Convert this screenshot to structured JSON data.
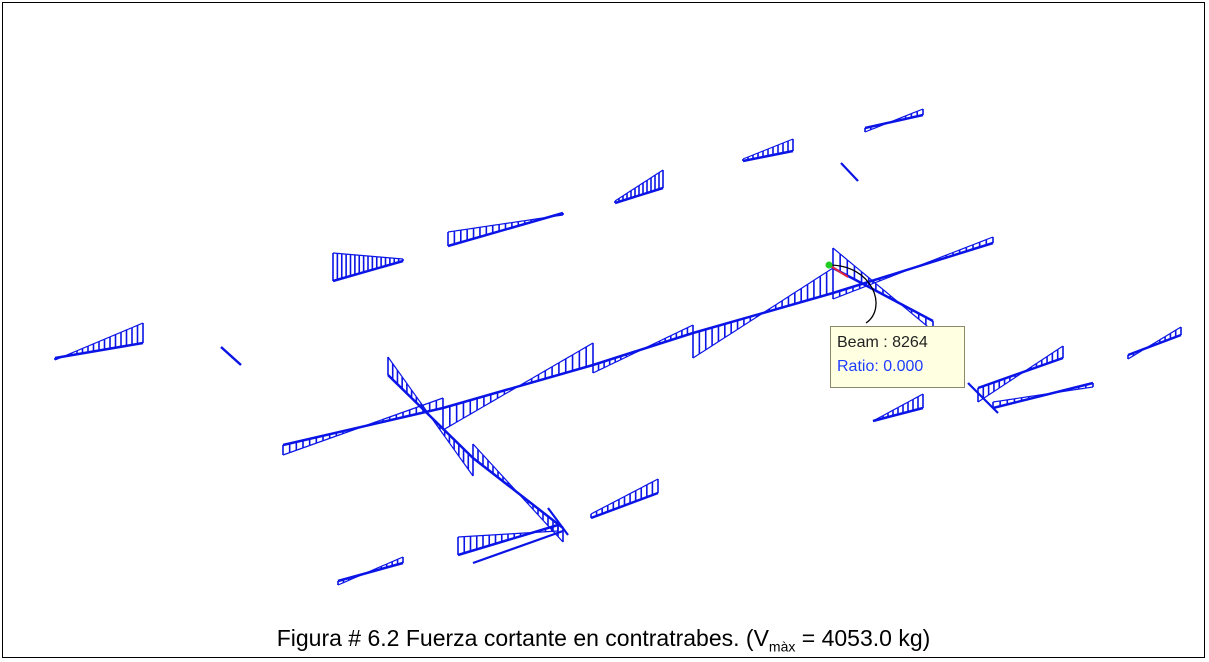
{
  "caption": {
    "prefix": "Figura # 6.2  Fuerza cortante en contratrabes. (V",
    "subscript": "màx",
    "suffix": " = 4053.0 kg)"
  },
  "tooltip": {
    "beam_text": "Beam : 8264",
    "ratio_text": "Ratio: 0.000"
  },
  "colors": {
    "diagram": "#0a14e6",
    "pick_point": "#22cc22",
    "pick_marker": "#e0243c",
    "tooltip_bg": "#ffffe1",
    "ratio_text": "#1e3cff"
  },
  "icons": [
    "selected-node-marker"
  ]
}
